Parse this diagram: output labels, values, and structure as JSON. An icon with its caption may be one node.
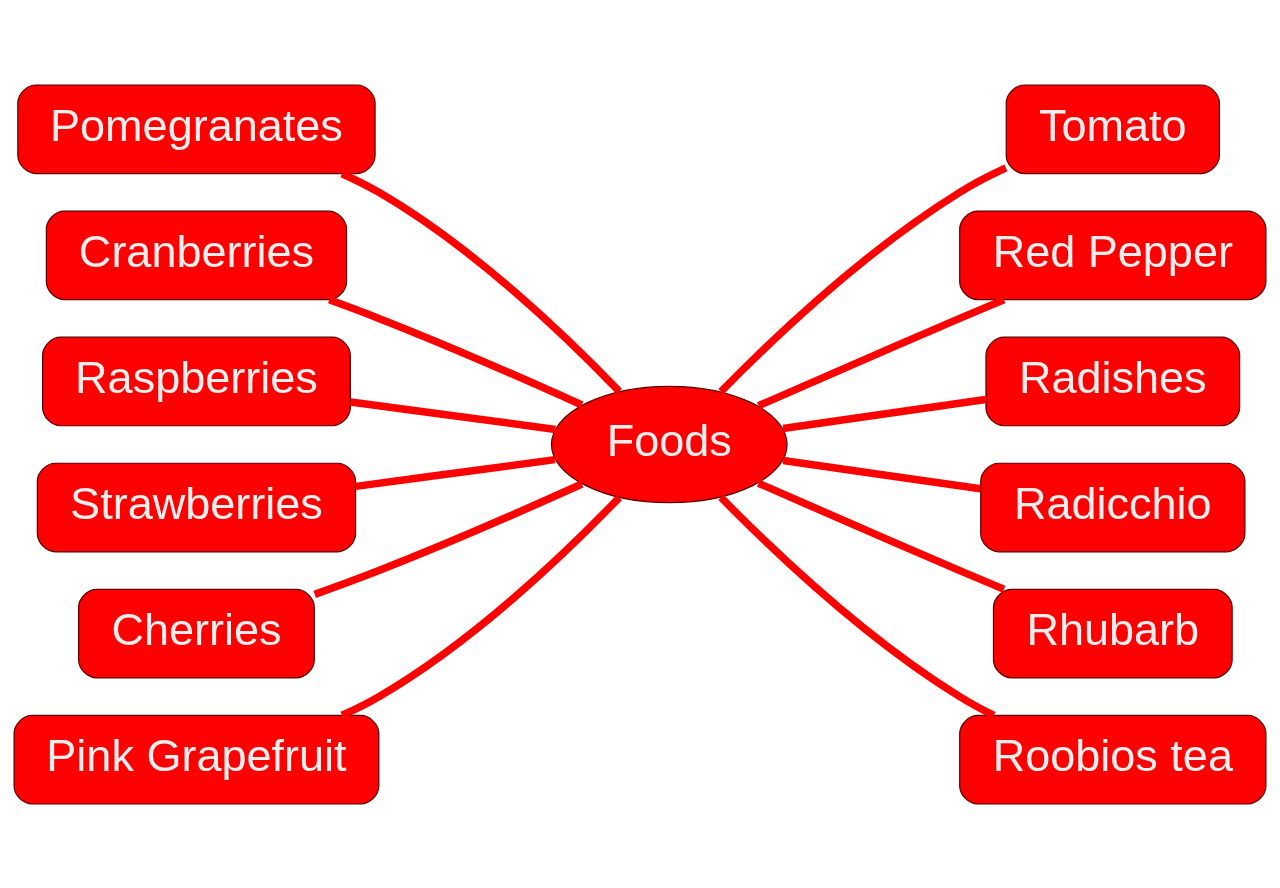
{
  "diagram": {
    "nodes": [
      {
        "text": [
          "Foods"
        ]
      },
      {
        "text": [
          "Pomegranates"
        ]
      },
      {
        "text": [
          "Cranberries"
        ]
      },
      {
        "text": [
          "Raspberries"
        ]
      },
      {
        "text": [
          "Strawberries"
        ]
      },
      {
        "text": [
          "Cherries"
        ]
      },
      {
        "text": [
          "Pink Grapefruit"
        ]
      },
      {
        "text": [
          "Tomato"
        ]
      },
      {
        "text": [
          "Red Pepper"
        ]
      },
      {
        "text": [
          "Radishes"
        ]
      },
      {
        "text": [
          "Radicchio"
        ]
      },
      {
        "text": [
          "Rhubarb"
        ]
      },
      {
        "text": [
          "Roobios tea"
        ]
      }
    ],
    "edges": [
      {
        "from": 0,
        "to": 1,
        "arrow": "none"
      },
      {
        "from": 0,
        "to": 2,
        "arrow": "none"
      },
      {
        "from": 0,
        "to": 3,
        "arrow": "none"
      },
      {
        "from": 0,
        "to": 4,
        "arrow": "none"
      },
      {
        "from": 0,
        "to": 5,
        "arrow": "none"
      },
      {
        "from": 0,
        "to": 6,
        "arrow": "none"
      },
      {
        "from": 0,
        "to": 7,
        "arrow": "none"
      },
      {
        "from": 0,
        "to": 8,
        "arrow": "none"
      },
      {
        "from": 0,
        "to": 9,
        "arrow": "none"
      },
      {
        "from": 0,
        "to": 10,
        "arrow": "none"
      },
      {
        "from": 0,
        "to": 11,
        "arrow": "none"
      },
      {
        "from": 0,
        "to": 12,
        "arrow": "none"
      }
    ]
  }
}
